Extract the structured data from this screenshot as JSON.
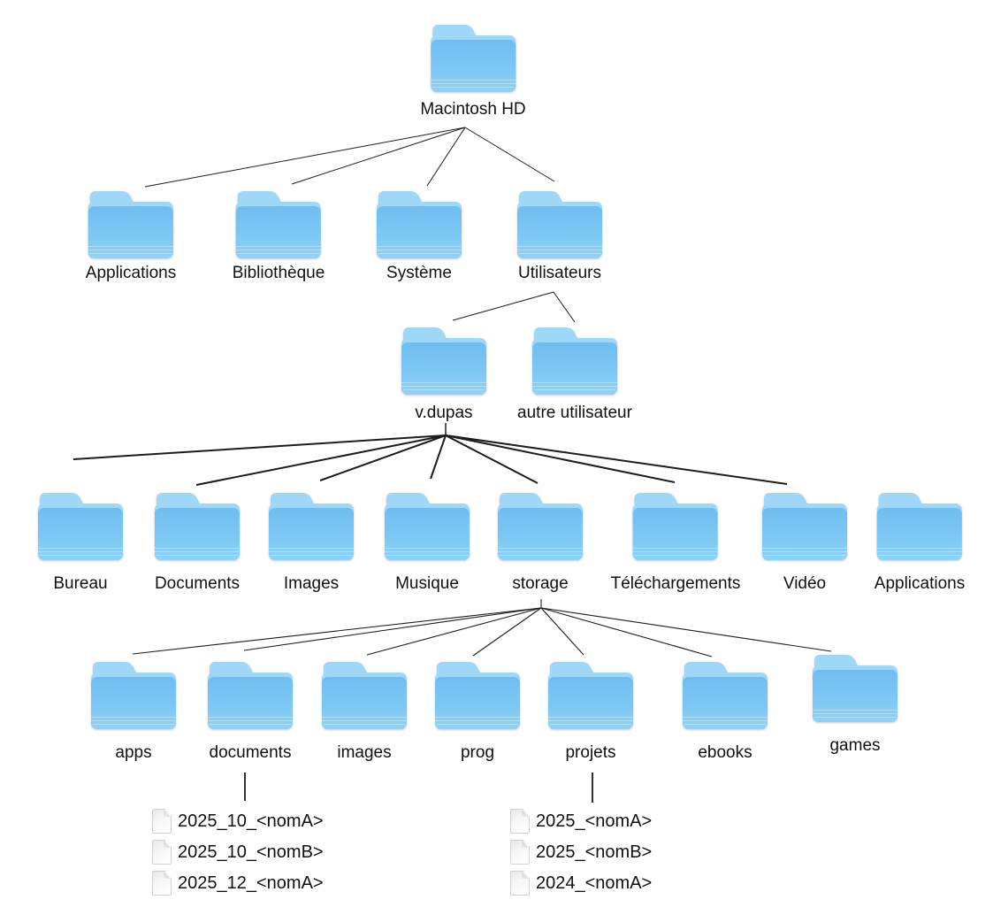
{
  "colors": {
    "background": "#ffffff",
    "connector": "#1c1c1c",
    "label_text": "#101010",
    "folder_tab": "#9ed7f7",
    "folder_front_top": "#6fbdf1",
    "folder_front_bottom": "#8ed2f7"
  },
  "tree": {
    "root": {
      "label": "Macintosh HD"
    },
    "system_folders": [
      {
        "label": "Applications"
      },
      {
        "label": "Bibliothèque"
      },
      {
        "label": "Système"
      },
      {
        "label": "Utilisateurs"
      }
    ],
    "users": [
      {
        "label": "v.dupas"
      },
      {
        "label": "autre utilisateur"
      }
    ],
    "home_folders": [
      {
        "label": "Bureau"
      },
      {
        "label": "Documents"
      },
      {
        "label": "Images"
      },
      {
        "label": "Musique"
      },
      {
        "label": "storage"
      },
      {
        "label": "Téléchargements"
      },
      {
        "label": "Vidéo"
      },
      {
        "label": "Applications"
      }
    ],
    "storage_folders": [
      {
        "label": "apps"
      },
      {
        "label": "documents"
      },
      {
        "label": "images"
      },
      {
        "label": "prog"
      },
      {
        "label": "projets"
      },
      {
        "label": "ebooks"
      },
      {
        "label": "games"
      }
    ],
    "documents_files": [
      "2025_10_<nomA>",
      "2025_10_<nomB>",
      "2025_12_<nomA>"
    ],
    "projets_files": [
      "2025_<nomA>",
      "2025_<nomB>",
      "2024_<nomA>"
    ]
  }
}
